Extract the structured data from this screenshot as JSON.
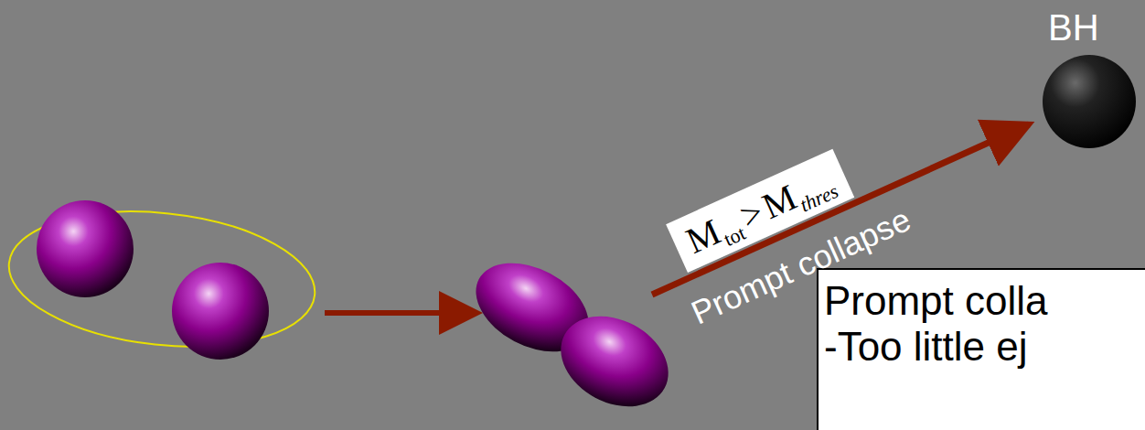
{
  "diagram": {
    "nodes": [
      {
        "text": [
          "BH"
        ]
      },
      {
        "text": [
          "Prompt colla",
          "-Too little ej"
        ]
      }
    ],
    "labels": [
      "M",
      "tot",
      ">",
      "M",
      "thres",
      "Prompt collapse"
    ]
  }
}
